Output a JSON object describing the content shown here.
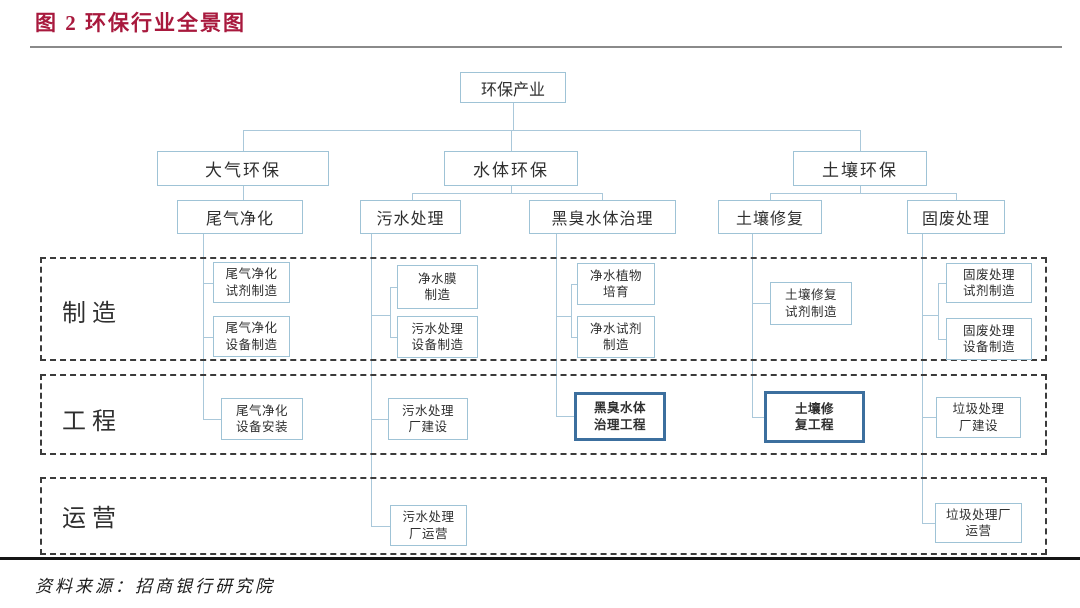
{
  "title": "图 2 环保行业全景图",
  "source": "资料来源：招商银行研究院",
  "colors": {
    "title_red": "#a8193d",
    "box_border": "#9fc3d6",
    "highlight_border": "#3c6f9e",
    "connector": "#aac8da",
    "band_dash": "#3b3b3b",
    "text": "#2f2f2f"
  },
  "tree": {
    "root": "环保产业",
    "level2": [
      "大气环保",
      "水体环保",
      "土壤环保"
    ],
    "level3": [
      "尾气净化",
      "污水处理",
      "黑臭水体治理",
      "土壤修复",
      "固废处理"
    ]
  },
  "bands": {
    "manufacturing": "制造",
    "engineering": "工程",
    "operations": "运营"
  },
  "leaves": {
    "a1": "尾气净化\n试剂制造",
    "a2": "尾气净化\n设备制造",
    "a3": "尾气净化\n设备安装",
    "b1": "净水膜\n制造",
    "b2": "污水处理\n设备制造",
    "b3": "污水处理\n厂建设",
    "b4": "污水处理\n厂运营",
    "c1": "净水植物\n培育",
    "c2": "净水试剂\n制造",
    "c3": "黑臭水体\n治理工程",
    "d1": "土壤修复\n试剂制造",
    "d2": "土壤修\n复工程",
    "e1": "固废处理\n试剂制造",
    "e2": "固废处理\n设备制造",
    "e3": "垃圾处理\n厂建设",
    "e4": "垃圾处理厂\n运营"
  }
}
